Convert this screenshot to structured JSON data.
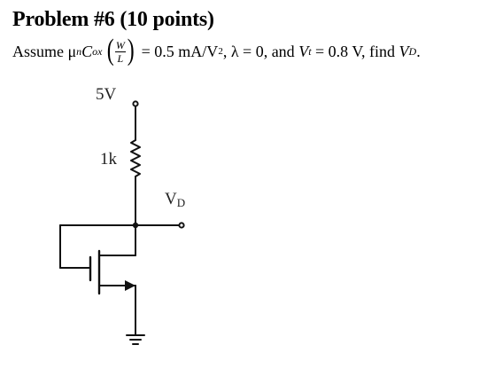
{
  "problem": {
    "title": "Problem #6 (10 points)",
    "statement": {
      "assume_label": "Assume",
      "mu": "μ",
      "mu_sub": "n",
      "cox": "C",
      "cox_sub": "ox",
      "w": "W",
      "l": "L",
      "equals_value": "= 0.5 mA/V",
      "power": "2",
      "lambda_part": ", λ = 0, and",
      "vt": "V",
      "vt_sub": "t",
      "vt_value": "= 0.8 V, find",
      "vd": "V",
      "vd_sub": "D",
      "end": "."
    }
  },
  "circuit": {
    "supply_label": "5V",
    "resistor_label": "1k",
    "output_label": "V",
    "output_label_sub": "D",
    "line_color": "#111111"
  }
}
